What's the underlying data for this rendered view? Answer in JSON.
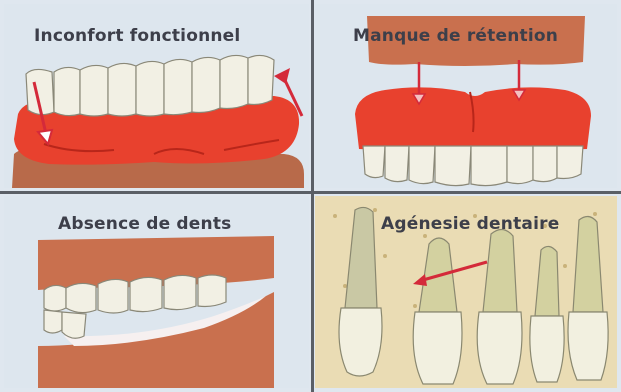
{
  "panels": {
    "top_left": {
      "title": "Inconfort fonctionnel"
    },
    "top_right": {
      "title": "Manque de rétention"
    },
    "bottom_left": {
      "title": "Absence de dents"
    },
    "bottom_right": {
      "title": "Agénesie dentaire"
    }
  },
  "colors": {
    "gum": "#e8412e",
    "gum_dark": "#b8261a",
    "tooth": "#f2f0e4",
    "tooth_shadow": "#c9c7b3",
    "bone": "#eadcb4",
    "arrow": "#d42a3a",
    "background": "#dde6ee"
  },
  "icons": [
    "arrow-icon",
    "tooth-icon"
  ]
}
